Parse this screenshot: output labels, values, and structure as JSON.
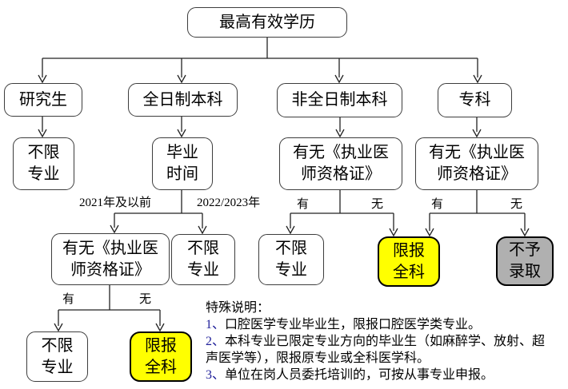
{
  "flowchart": {
    "nodes": {
      "root": "最高有效学历",
      "graduate": "研究生",
      "fulltime_undergrad": "全日制本科",
      "parttime_undergrad": "非全日制本科",
      "junior_college": "专科",
      "no_major_limit": "不限\n专业",
      "graduation_time": "毕业\n时间",
      "cert_question": "有无《执业医\n师资格证》",
      "limited_general": "限报\n全科",
      "not_admitted": "不予\n录取"
    },
    "edge_labels": {
      "before_2021": "2021年及以前",
      "year_2022_2023": "2022/2023年",
      "have": "有",
      "none": "无"
    },
    "colors": {
      "limited_general_bg": "#ffff00",
      "not_admitted_bg": "#b0b0b0"
    }
  },
  "notes": {
    "title": "特殊说明：",
    "items": [
      {
        "num": "1、",
        "text": "口腔医学专业毕业生，限报口腔医学类专业。"
      },
      {
        "num": "2、",
        "text": "本科专业已限定专业方向的毕业生（如麻醉学、放射、超声医学等），限报原专业或全科医学科。"
      },
      {
        "num": "3、",
        "text": "单位在岗人员委托培训的，可按从事专业申报。"
      }
    ]
  }
}
